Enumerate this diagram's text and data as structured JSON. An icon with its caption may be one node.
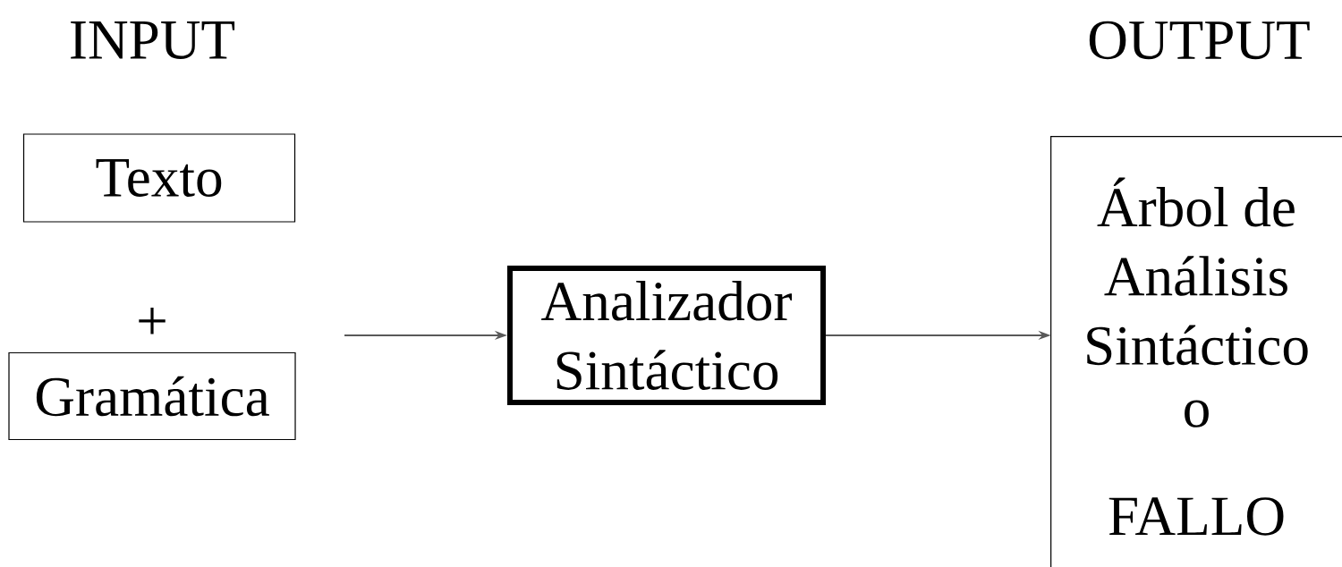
{
  "diagram": {
    "nodes": [
      {
        "text": [
          "Texto"
        ]
      },
      {
        "text": [
          "Gramática"
        ]
      },
      {
        "text": [
          "Analizador Sintáctico"
        ]
      },
      {
        "text": [
          "Árbol de Análisis Sintáctico",
          "o",
          "FALLO"
        ]
      }
    ],
    "edges": [
      {
        "from": null,
        "to": 2,
        "arrow": "to"
      },
      {
        "from": 2,
        "to": 3,
        "arrow": "to"
      }
    ],
    "labels": [
      "INPUT",
      "OUTPUT",
      "+"
    ]
  }
}
